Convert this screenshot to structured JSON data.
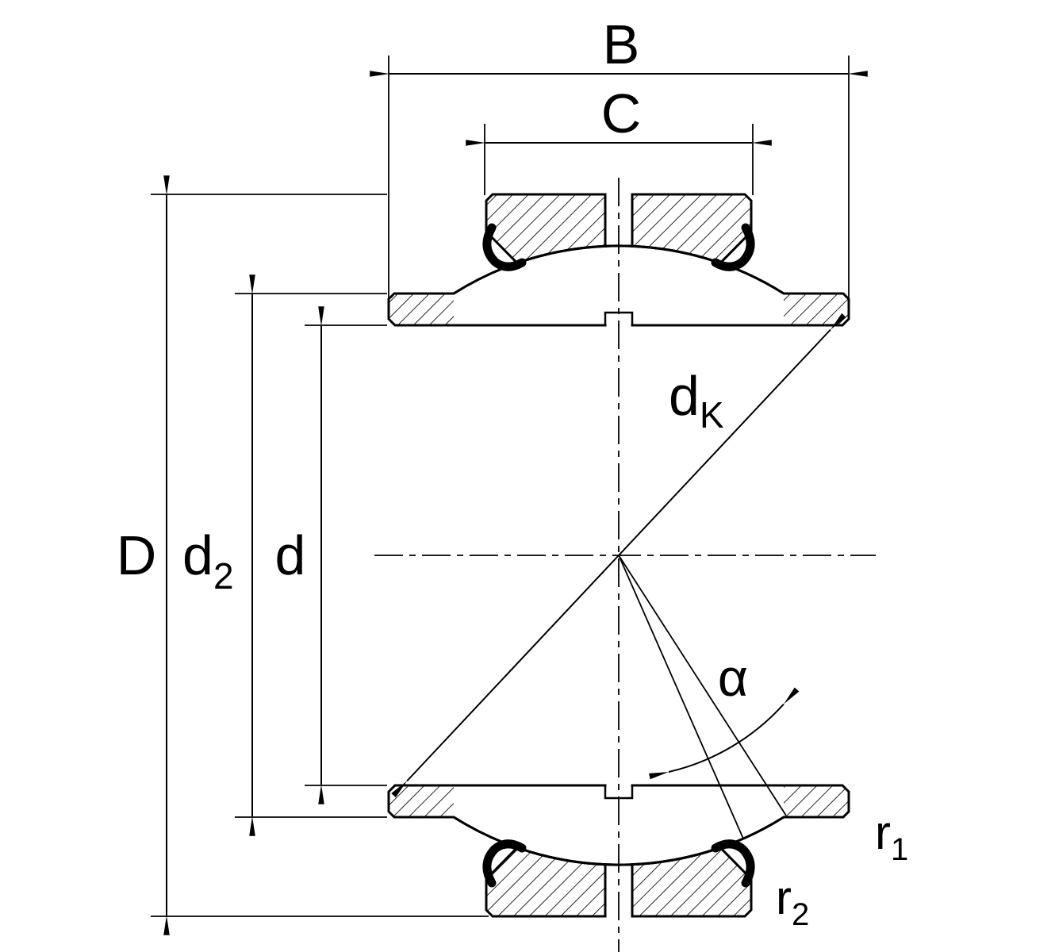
{
  "drawing": {
    "labels": {
      "B": "B",
      "C": "C",
      "D": "D",
      "d": "d",
      "d2": {
        "base": "d",
        "sub": "2"
      },
      "dK": {
        "base": "d",
        "sub": "K"
      },
      "alpha": "α",
      "r1": {
        "base": "r",
        "sub": "1"
      },
      "r2": {
        "base": "r",
        "sub": "2"
      }
    },
    "colors": {
      "ink": "#000000",
      "paper": "#ffffff"
    }
  }
}
